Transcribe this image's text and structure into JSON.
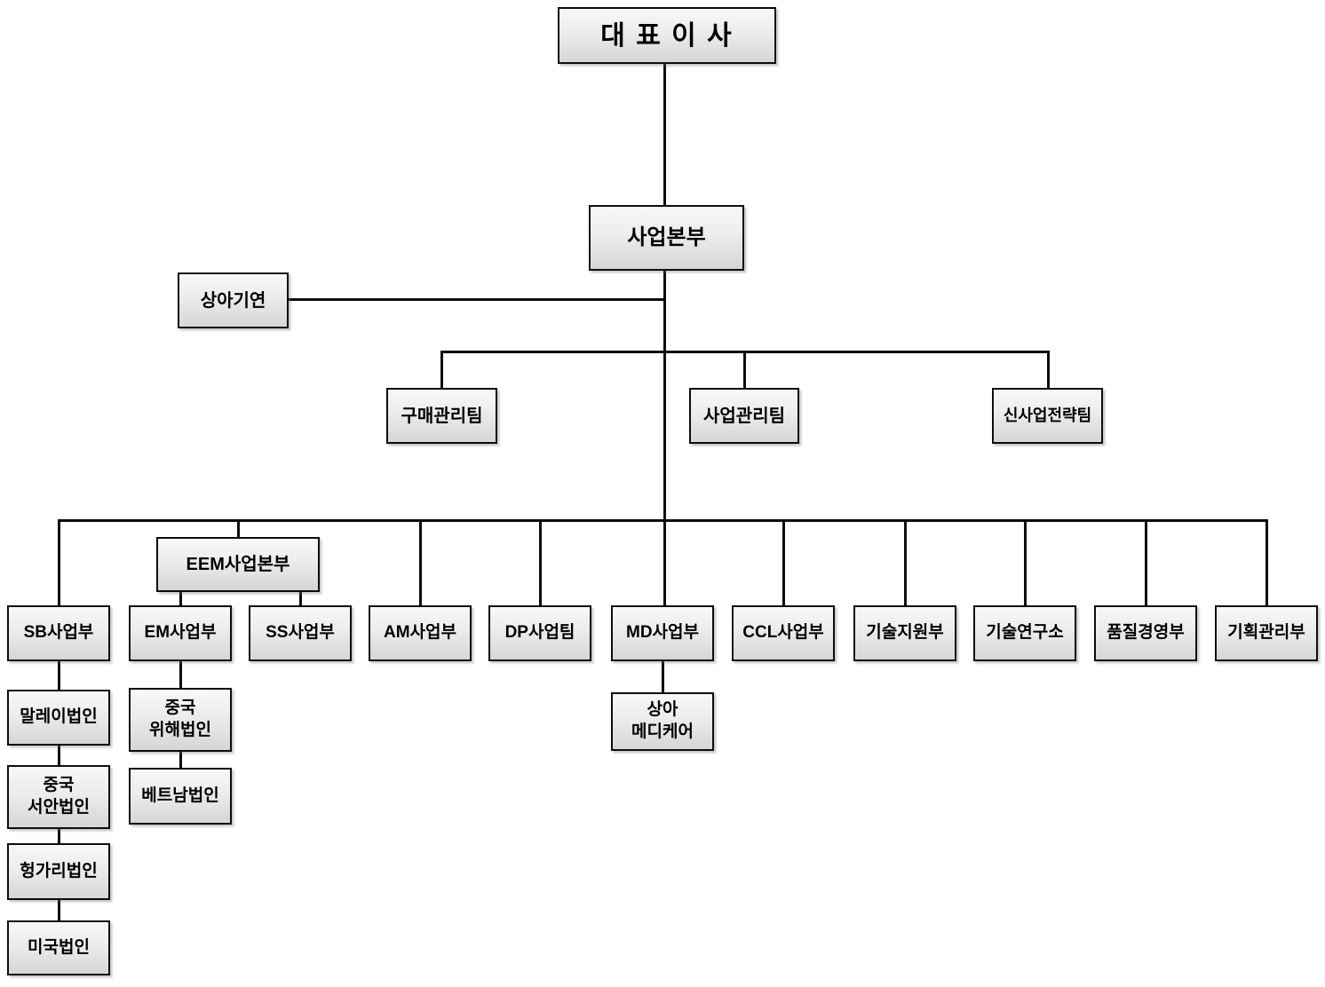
{
  "colors": {
    "box_border": "#0d0d0d",
    "box_fill_top": "#f8f8f8",
    "box_fill_bottom": "#d6d6d6",
    "connector_line": "#0d0d0d",
    "text": "#000000",
    "background": "#ffffff"
  },
  "nodes": {
    "ceo": {
      "label": "대 표 이 사"
    },
    "business_hq": {
      "label": "사업본부"
    },
    "sangah_giyeon": {
      "label": "상아기연"
    },
    "purchasing_team": {
      "label": "구매관리팀"
    },
    "business_mgmt_team": {
      "label": "사업관리팀"
    },
    "new_business_strategy_team": {
      "label": "신사업전략팀"
    },
    "eem_business_hq": {
      "label": "EEM사업본부"
    },
    "sb_division": {
      "label": "SB사업부"
    },
    "em_division": {
      "label": "EM사업부"
    },
    "ss_division": {
      "label": "SS사업부"
    },
    "am_division": {
      "label": "AM사업부"
    },
    "dp_team": {
      "label": "DP사업팀"
    },
    "md_division": {
      "label": "MD사업부"
    },
    "ccl_division": {
      "label": "CCL사업부"
    },
    "tech_support_dept": {
      "label": "기술지원부"
    },
    "tech_research_institute": {
      "label": "기술연구소"
    },
    "quality_mgmt_dept": {
      "label": "품질경영부"
    },
    "planning_mgmt_dept": {
      "label": "기획관리부"
    },
    "malaysia_corp": {
      "label": "말레이법인"
    },
    "china_xian_corp": {
      "label": "중국\n서안법인"
    },
    "hungary_corp": {
      "label": "헝가리법인"
    },
    "usa_corp": {
      "label": "미국법인"
    },
    "china_weihai_corp": {
      "label": "중국\n위해법인"
    },
    "vietnam_corp": {
      "label": "베트남법인"
    },
    "sangah_medicare": {
      "label": "상아\n메디케어"
    }
  }
}
